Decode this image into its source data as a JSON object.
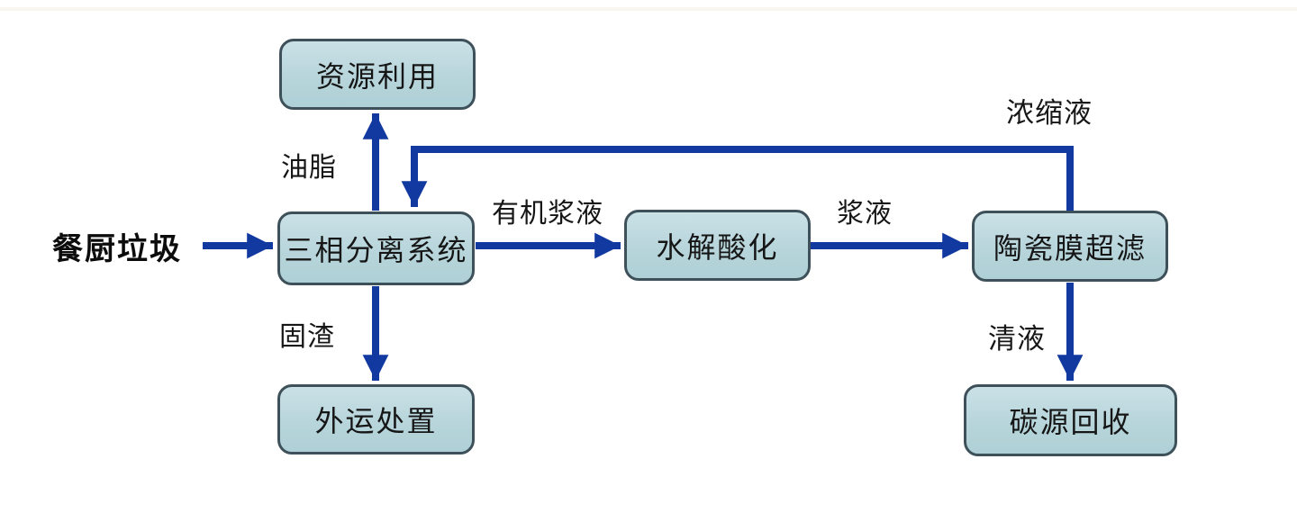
{
  "diagram": {
    "title_hint": "kitchen-waste treatment process flowchart",
    "source_label": "餐厨垃圾",
    "nodes": [
      {
        "id": "resource-use",
        "label": "资源利用"
      },
      {
        "id": "three-phase-sep",
        "label": "三相分离系统"
      },
      {
        "id": "hydrolysis",
        "label": "水解酸化"
      },
      {
        "id": "ceramic-uf",
        "label": "陶瓷膜超滤"
      },
      {
        "id": "offsite-disposal",
        "label": "外运处置"
      },
      {
        "id": "carbon-recovery",
        "label": "碳源回收"
      }
    ],
    "edge_labels": {
      "grease": "油脂",
      "solid_residue": "固渣",
      "organic_slurry": "有机浆液",
      "slurry": "浆液",
      "concentrate": "浓缩液",
      "clear_liquid": "清液"
    },
    "edges": [
      {
        "from": "餐厨垃圾",
        "to": "三相分离系统",
        "label": ""
      },
      {
        "from": "三相分离系统",
        "to": "资源利用",
        "label": "油脂"
      },
      {
        "from": "三相分离系统",
        "to": "外运处置",
        "label": "固渣"
      },
      {
        "from": "三相分离系统",
        "to": "水解酸化",
        "label": "有机浆液"
      },
      {
        "from": "水解酸化",
        "to": "陶瓷膜超滤",
        "label": "浆液"
      },
      {
        "from": "陶瓷膜超滤",
        "to": "碳源回收",
        "label": "清液"
      },
      {
        "from": "陶瓷膜超滤",
        "to": "三相分离系统",
        "label": "浓缩液"
      }
    ],
    "colors": {
      "arrow": "#1139a0",
      "box_border": "#3e515a",
      "box_fill": "#b7d5db",
      "text": "#161616"
    }
  }
}
